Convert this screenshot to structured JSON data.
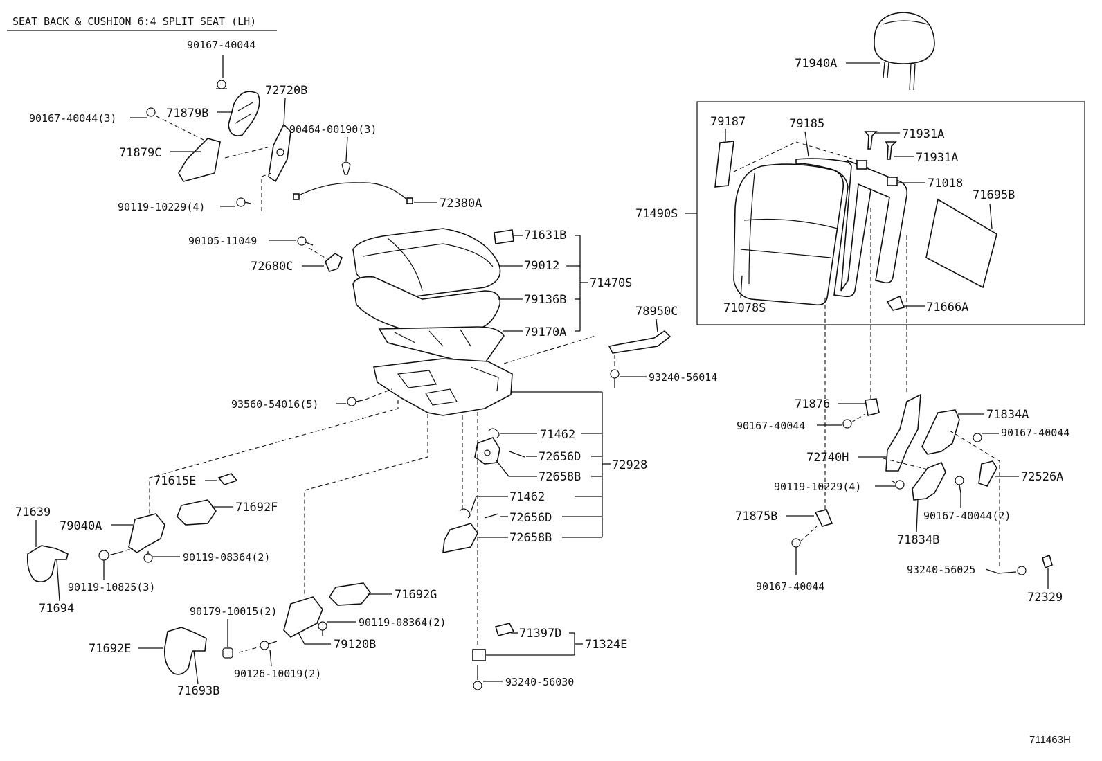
{
  "title": "SEAT BACK & CUSHION 6:4 SPLIT SEAT (LH)",
  "reference": "711463H",
  "labels": {
    "l90167_40044_top": "90167-40044",
    "l72720B": "72720B",
    "l71879B": "71879B",
    "l90167_40044_3": "90167-40044(3)",
    "l71879C": "71879C",
    "l90464_00190_3": "90464-00190(3)",
    "l90119_10229_4_left": "90119-10229(4)",
    "l72380A": "72380A",
    "l90105_11049": "90105-11049",
    "l72680C": "72680C",
    "l71631B": "71631B",
    "l79012": "79012",
    "l71470S": "71470S",
    "l79136B": "79136B",
    "l79170A": "79170A",
    "l78950C": "78950C",
    "l93240_56014": "93240-56014",
    "l93560_54016_5": "93560-54016(5)",
    "l71462_a": "71462",
    "l72656D_a": "72656D",
    "l72928": "72928",
    "l72658B_a": "72658B",
    "l71462_b": "71462",
    "l72656D_b": "72656D",
    "l72658B_b": "72658B",
    "l71615E": "71615E",
    "l71639": "71639",
    "l71692F": "71692F",
    "l79040A": "79040A",
    "l90119_08364_2_a": "90119-08364(2)",
    "l90119_10825_3": "90119-10825(3)",
    "l71694": "71694",
    "l71692G": "71692G",
    "l90179_10015_2": "90179-10015(2)",
    "l90119_08364_2_b": "90119-08364(2)",
    "l79120B": "79120B",
    "l71692E": "71692E",
    "l90126_10019_2": "90126-10019(2)",
    "l71693B": "71693B",
    "l71397D": "71397D",
    "l71324E": "71324E",
    "l93240_56030": "93240-56030",
    "l71940A": "71940A",
    "l79187": "79187",
    "l79185": "79185",
    "l71931A_a": "71931A",
    "l71931A_b": "71931A",
    "l71018": "71018",
    "l71695B": "71695B",
    "l71490S": "71490S",
    "l71078S": "71078S",
    "l71666A": "71666A",
    "l71876": "71876",
    "l90167_40044_r1": "90167-40044",
    "l71834A": "71834A",
    "l90167_40044_r2": "90167-40044",
    "l72740H": "72740H",
    "l72526A": "72526A",
    "l90119_10229_4_right": "90119-10229(4)",
    "l90167_40044_2": "90167-40044(2)",
    "l71875B": "71875B",
    "l71834B": "71834B",
    "l93240_56025": "93240-56025",
    "l90167_40044_bot": "90167-40044",
    "l72329": "72329"
  }
}
